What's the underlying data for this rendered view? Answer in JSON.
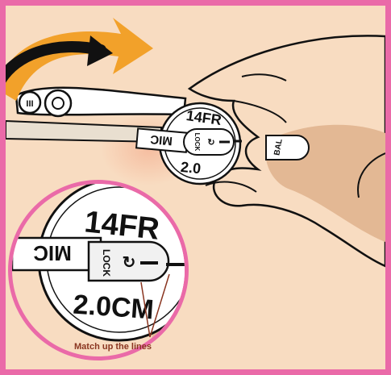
{
  "colors": {
    "frame": "#ea6aa8",
    "skin": "#f8dcc1",
    "skin_shadow": "#e3b894",
    "arrow_dark": "#111111",
    "arrow_orange": "#f2a12a",
    "callout": "#8a3520"
  },
  "icons": {
    "rotation_arrow": "curved-arrow-icon",
    "lock_symbol": "rotate-arrow-icon"
  },
  "top_device": {
    "french_size": "14FR",
    "depth": "2.0",
    "port_left": "MIC",
    "port_right": "BAL",
    "lock": "LOCK",
    "grip": "III"
  },
  "zoom_device": {
    "french_size": "14FR",
    "depth": "2.0CM",
    "port_left": "MIC",
    "lock": "LOCK"
  },
  "callout": {
    "text": "Match up the lines"
  }
}
